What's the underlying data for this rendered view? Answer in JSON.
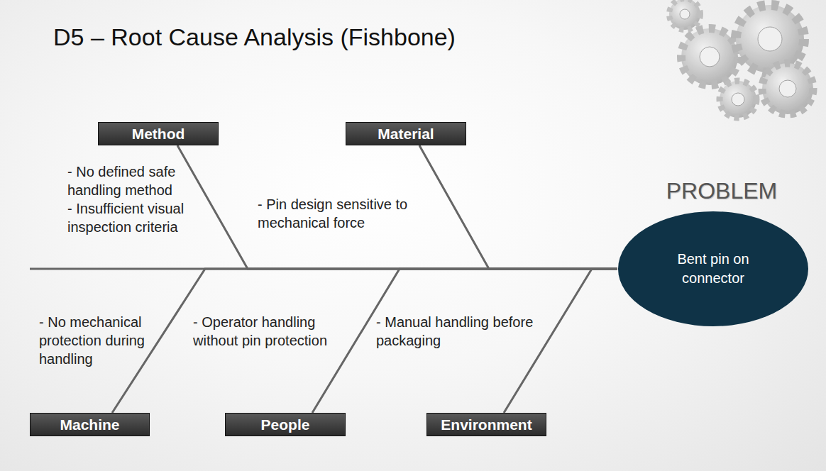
{
  "diagram": {
    "title": "D5 – Root Cause Analysis (Fishbone)",
    "nodes": [
      {
        "text": [
          "Method"
        ]
      },
      {
        "text": [
          "Material"
        ]
      },
      {
        "text": [
          "PROBLEM",
          "Bent pin on connector"
        ]
      },
      {
        "text": [
          "Machine"
        ]
      },
      {
        "text": [
          "People"
        ]
      },
      {
        "text": [
          "Environment"
        ]
      }
    ],
    "edges": [
      {
        "from": 0,
        "to": 2,
        "arrow": "none"
      },
      {
        "from": 1,
        "to": 2,
        "arrow": "none"
      },
      {
        "from": 3,
        "to": 2,
        "arrow": "none"
      },
      {
        "from": 4,
        "to": 2,
        "arrow": "none"
      },
      {
        "from": 5,
        "to": 2,
        "arrow": "none"
      }
    ],
    "labels": [
      "- No defined safe handling method",
      "- Insufficient visual inspection criteria",
      "- Pin design sensitive to mechanical force",
      "- No mechanical protection during handling",
      "- Operator handling without pin protection",
      "- Manual handling before packaging"
    ]
  }
}
